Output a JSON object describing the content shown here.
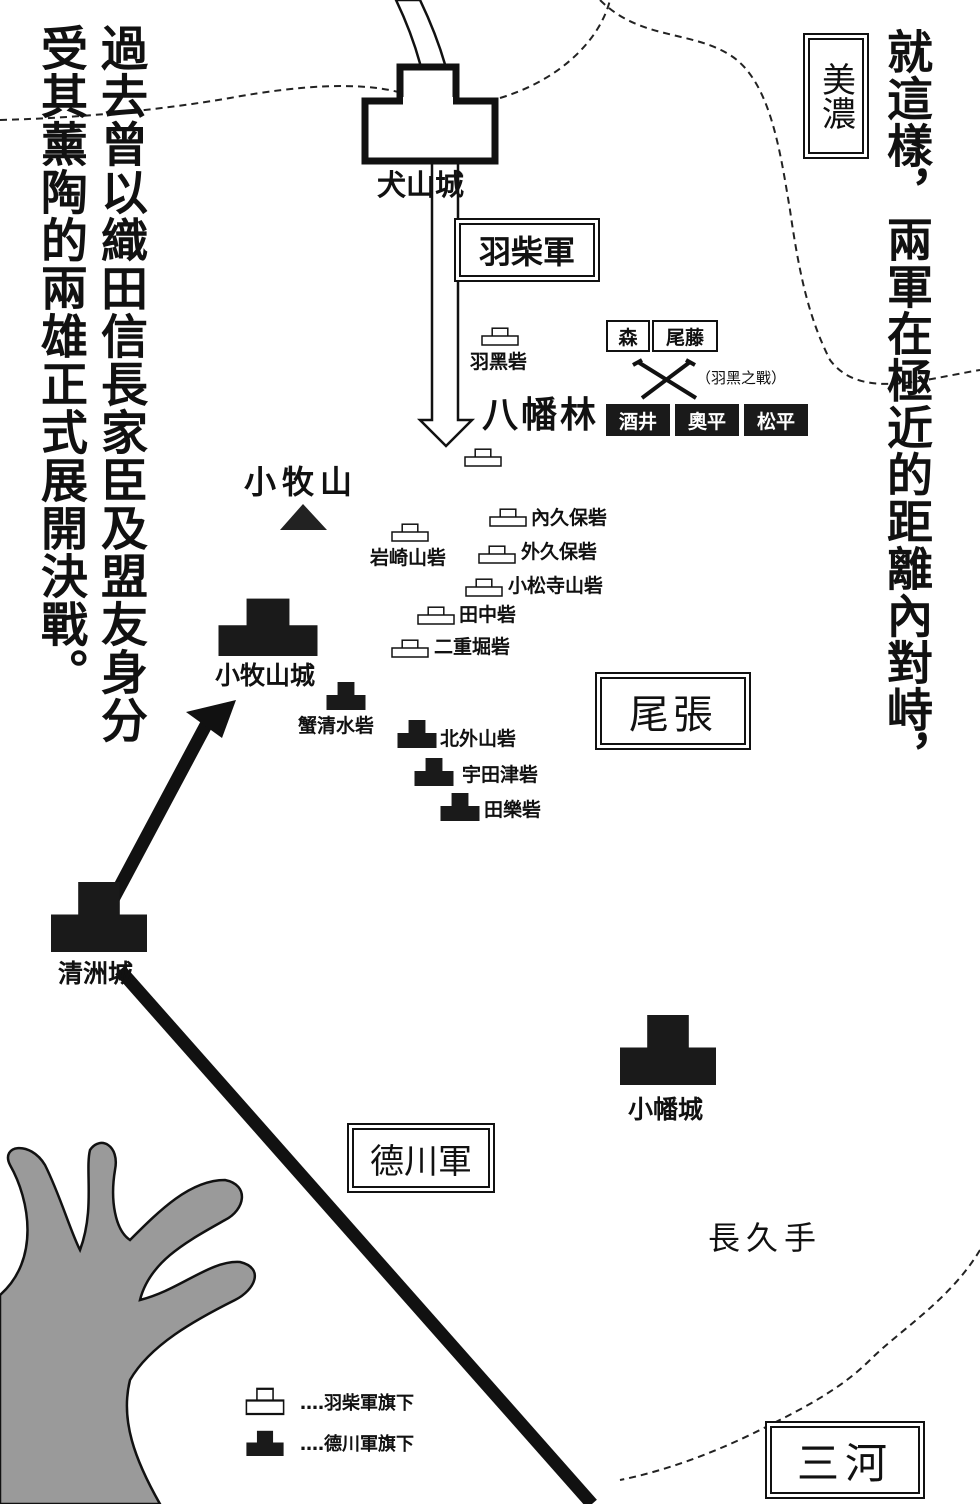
{
  "narration": {
    "left_col1": "過去曾以織田信長家臣及盟友身分",
    "left_col2": "受其薰陶的兩雄正式展開決戰。",
    "right": "就這樣，兩軍在極近的距離內對峙，"
  },
  "provinces": {
    "mino": "美濃",
    "owari": "尾張",
    "mikawa": "三河"
  },
  "armies": {
    "hashiba": "羽柴軍",
    "tokugawa": "德川軍"
  },
  "castles": {
    "inuyama": "犬山城",
    "komakiyama": "小牧山城",
    "kiyosu": "清洲城",
    "obata": "小幡城"
  },
  "places": {
    "komaki_mountain": "小牧山",
    "hachimanbayashi": "八幡林",
    "nagakute": "長久手"
  },
  "hashiba_forts": {
    "haguro": "羽黑砦",
    "iwasakiyama": "岩崎山砦",
    "uchikubo": "內久保砦",
    "sotokubo": "外久保砦",
    "komatsuji": "小松寺山砦",
    "tanaka": "田中砦",
    "nijubori": "二重堀砦"
  },
  "tokugawa_forts": {
    "kanikiyomizu": "蟹清水砦",
    "kitasotoyama": "北外山砦",
    "udazu": "宇田津砦",
    "taraku": "田樂砦"
  },
  "battle": {
    "hashiba_side": [
      "森",
      "尾藤"
    ],
    "tokugawa_side": [
      "酒井",
      "奧平",
      "松平"
    ],
    "name": "（羽黑之戰）"
  },
  "legend": {
    "hashiba": "‥‥羽柴軍旗下",
    "tokugawa": "‥‥德川軍旗下"
  },
  "colors": {
    "ink": "#111111",
    "lake": "#9a9a9a",
    "tokugawa_fill": "#1a1a1a"
  }
}
